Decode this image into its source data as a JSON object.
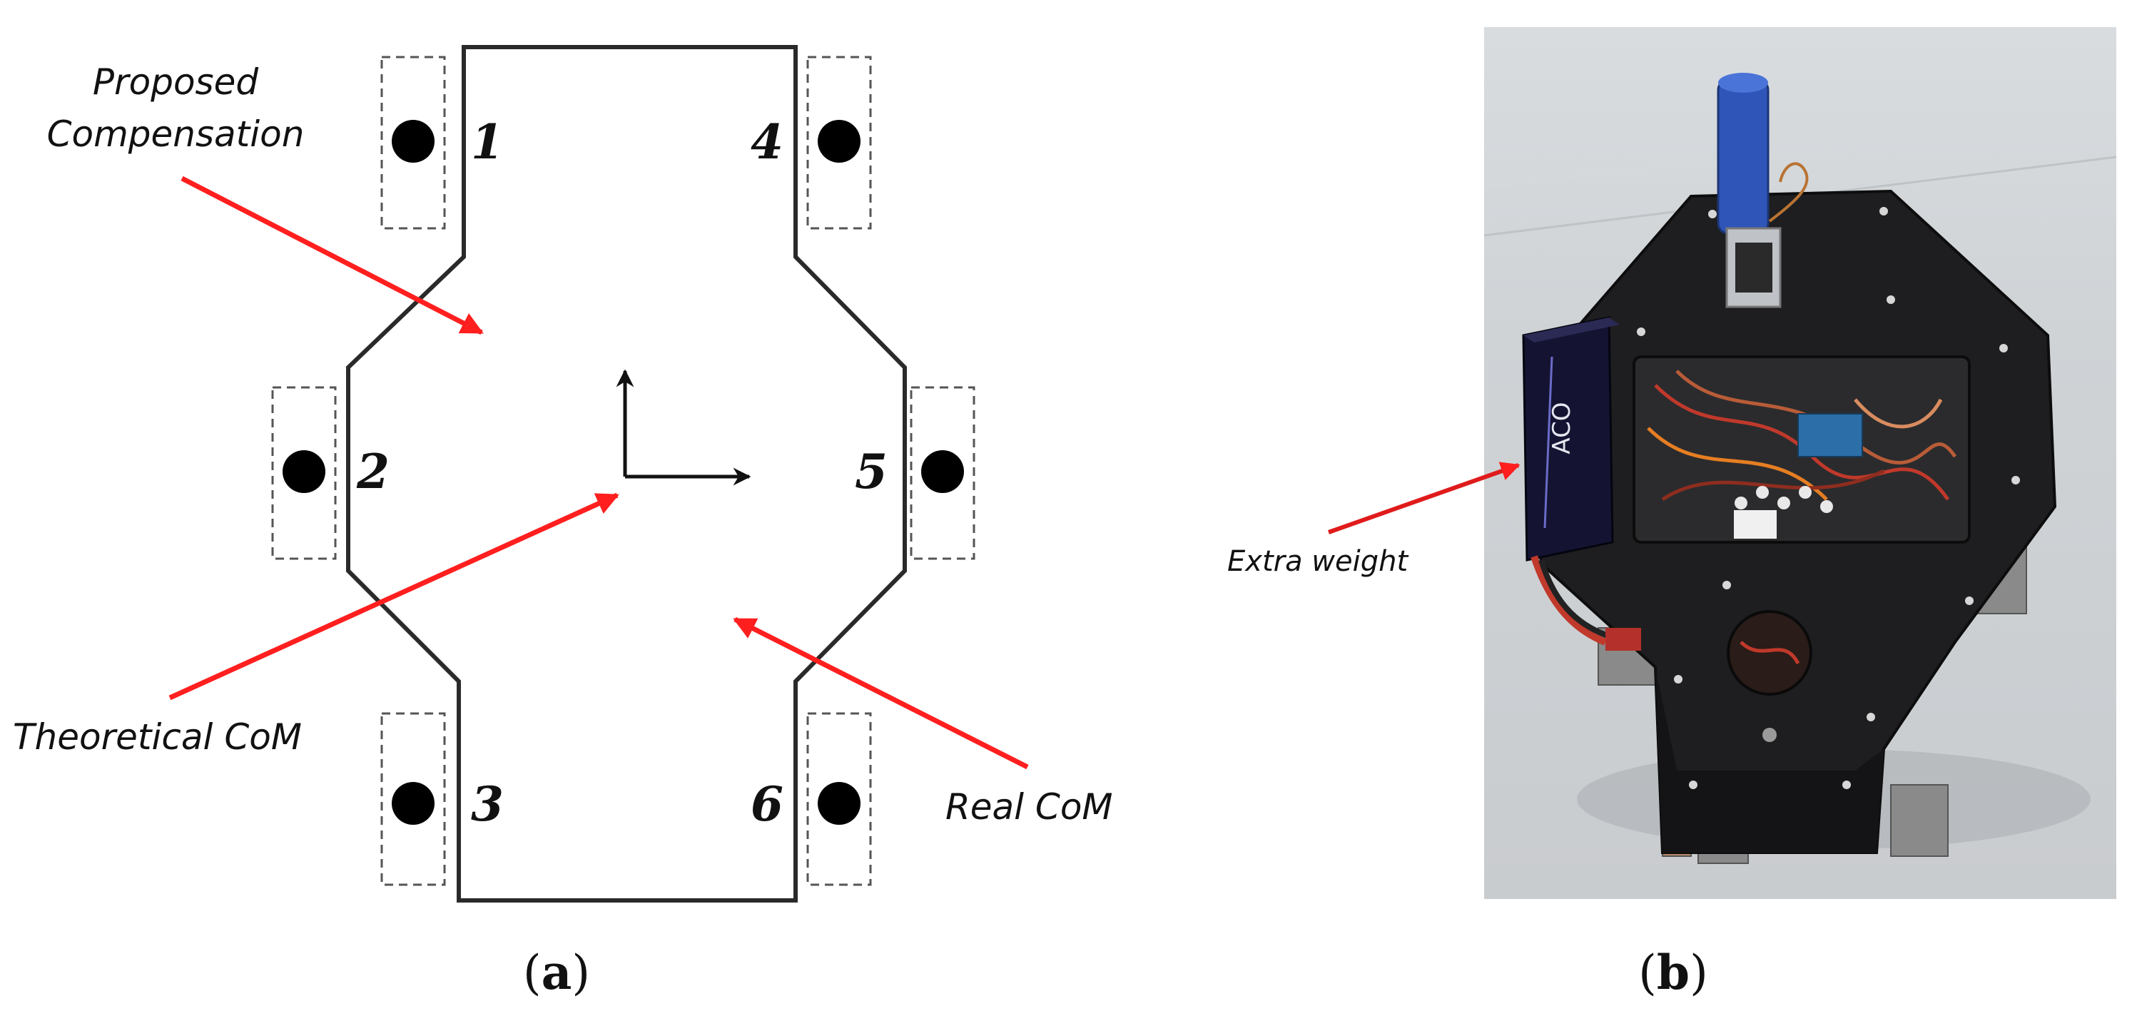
{
  "panel_a": {
    "labels": {
      "proposed_line1": "Proposed",
      "proposed_line2": "Compensation",
      "theoretical": "Theoretical CoM",
      "real": "Real CoM"
    },
    "legs": [
      "1",
      "2",
      "3",
      "4",
      "5",
      "6"
    ],
    "caption": {
      "open": "(",
      "letter": "a",
      "close": ")"
    },
    "colors": {
      "arrow": "#ff1f1f",
      "outline": "#2a2a2a",
      "dashed": "#555555"
    }
  },
  "panel_b": {
    "label": "Extra weight",
    "caption": {
      "open": "(",
      "letter": "b",
      "close": ")"
    },
    "colors": {
      "arrow": "#e01b1b"
    }
  }
}
